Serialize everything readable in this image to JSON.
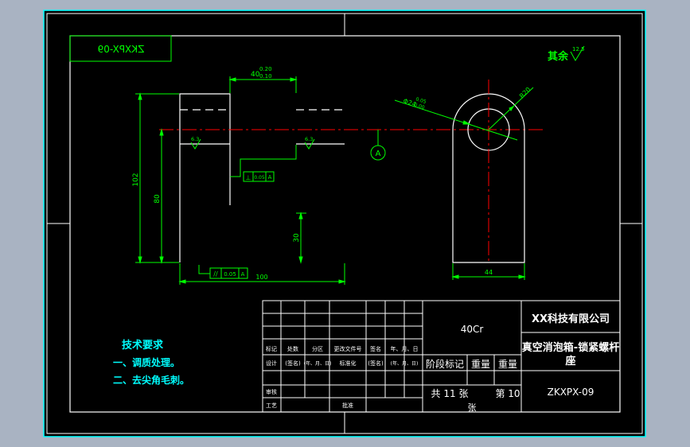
{
  "drawing": {
    "code_mirrored": "ZKXPX-09",
    "roughness_note": "其余",
    "roughness_note_value": "12.5",
    "surface_finish_value": "6.3",
    "datum_label": "A"
  },
  "dimensions": {
    "width_top": "40",
    "width_top_upper_tol": "0.20",
    "width_top_lower_tol": "0.10",
    "overall_height": "102",
    "center_height": "80",
    "bottom_height": "30",
    "overall_width": "100",
    "side_width": "44",
    "hole_dia": "Φ24",
    "hole_upper_tol": "0.05",
    "hole_lower_tol": "0.00",
    "radius": "R20",
    "perp_symbol": "⊥",
    "perp_value": "0.05",
    "perp_datum": "A",
    "parallel_symbol": "//",
    "parallel_value": "0.05",
    "parallel_datum": "A"
  },
  "tech_requirements": {
    "title": "技术要求",
    "items": [
      "一、调质处理。",
      "二、去尖角毛刺。"
    ]
  },
  "title_block": {
    "material": "40Cr",
    "company": "XX科技有限公司",
    "part_name_line1": "真空消泡箱-锁紧螺杆",
    "part_name_line2": "座",
    "drawing_no": "ZKXPX-09",
    "stage_label": "阶段标记",
    "weight_label": "重量",
    "scale_label": "重量",
    "sheets_total_label": "共 11 张",
    "sheet_no_label": "第 10",
    "sheet_unit": "张",
    "row_labels": {
      "mark": "标记",
      "count": "处数",
      "zone": "分区",
      "change_doc": "更改文件号",
      "signature": "签名",
      "date": "年、月、日",
      "design": "设计",
      "sign1": "(签名)",
      "date1": "(年、月、日)",
      "standardize": "标准化",
      "sign2": "(签名)",
      "date2": "(年、月、日)",
      "review": "审核",
      "process": "工艺",
      "approve": "批准"
    }
  },
  "colors": {
    "background": "#a9b3c2",
    "sheet": "#000000",
    "outline": "#ffffff",
    "dimension": "#00ff00",
    "centerline": "#ff0000",
    "text_note": "#00ffff"
  }
}
